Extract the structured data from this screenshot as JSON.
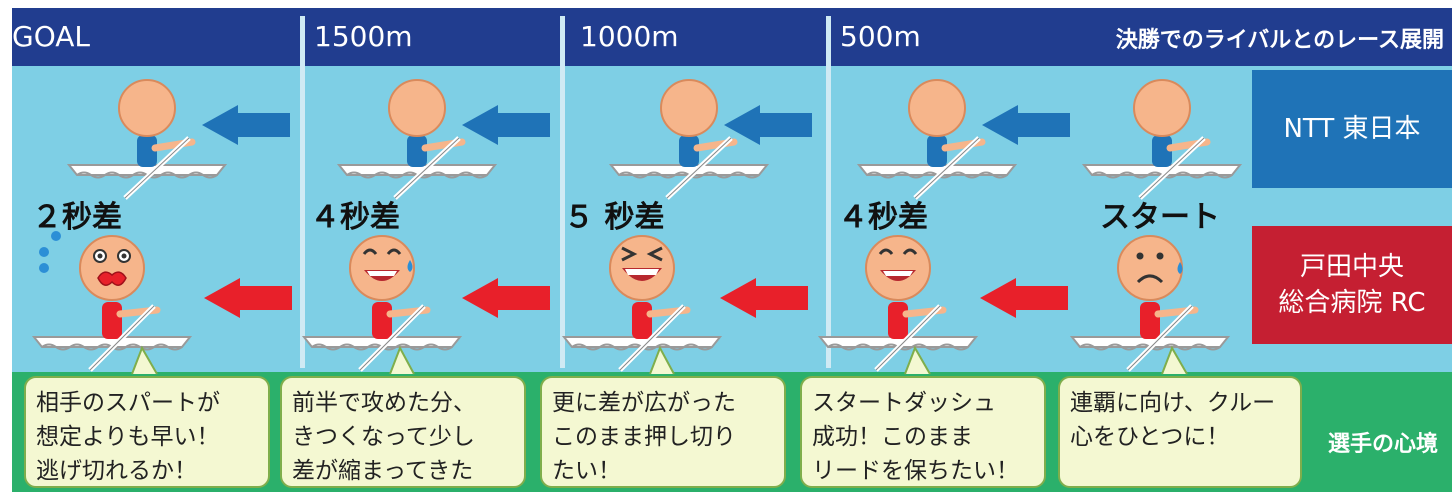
{
  "header": {
    "markers": [
      "GOAL",
      "1500m",
      "1000m",
      "500m"
    ],
    "title": "決勝でのライバルとのレース展開"
  },
  "teams": {
    "top": {
      "name": "NTT 東日本",
      "color": "#1f73b7"
    },
    "bottom": {
      "name_line1": "戸田中央",
      "name_line2": "総合病院 RC",
      "color": "#c51f32"
    }
  },
  "gaps": [
    "２秒差",
    "４秒差",
    "５ 秒差",
    "４秒差",
    "スタート"
  ],
  "bubbles": [
    [
      "相手のスパートが",
      "想定よりも早い！",
      "逃げ切れるか！"
    ],
    [
      "前半で攻めた分、",
      "きつくなって少し",
      "差が縮まってきた"
    ],
    [
      "更に差が広がった",
      "このまま押し切り",
      "たい！"
    ],
    [
      "スタートダッシュ",
      "成功！このまま",
      "リードを保ちたい！"
    ],
    [
      "連覇に向け、クルー",
      "心をひとつに！"
    ]
  ],
  "section_label": "選手の心境",
  "colors": {
    "header_bg": "#213d8f",
    "water": "#7ecfe5",
    "grass": "#2bb06b",
    "arrow_blue": "#1f73b7",
    "arrow_red": "#e8202a"
  }
}
